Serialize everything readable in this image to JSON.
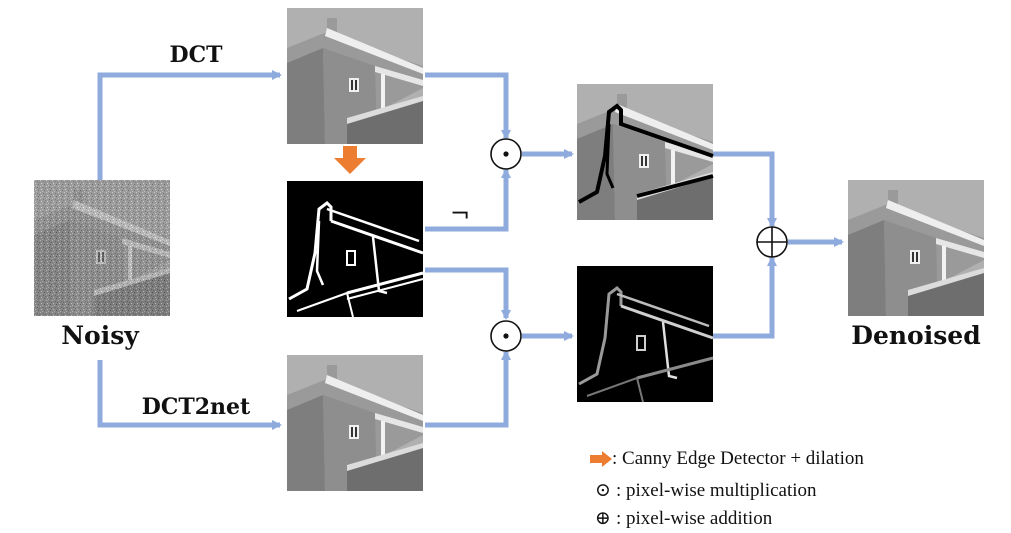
{
  "labels": {
    "noisy": "Noisy",
    "dct": "DCT",
    "dct2net": "DCT2net",
    "denoised": "Denoised",
    "not_symbol": "¬"
  },
  "operators": {
    "multiply": "⊙",
    "add": "⊕"
  },
  "legend": [
    {
      "icon": "orange-arrow-icon",
      "text": ": Canny Edge Detector + dilation"
    },
    {
      "icon": "odot-icon",
      "symbol": "⊙",
      "text": ": pixel-wise multiplication"
    },
    {
      "icon": "oplus-icon",
      "symbol": "⊕",
      "text": ": pixel-wise addition"
    }
  ],
  "colors": {
    "flow_line": "#8faadc",
    "edge_arrow": "#ed7d31",
    "image_gray": "#8c8c8c",
    "sky_gray": "#b4b4b4"
  }
}
